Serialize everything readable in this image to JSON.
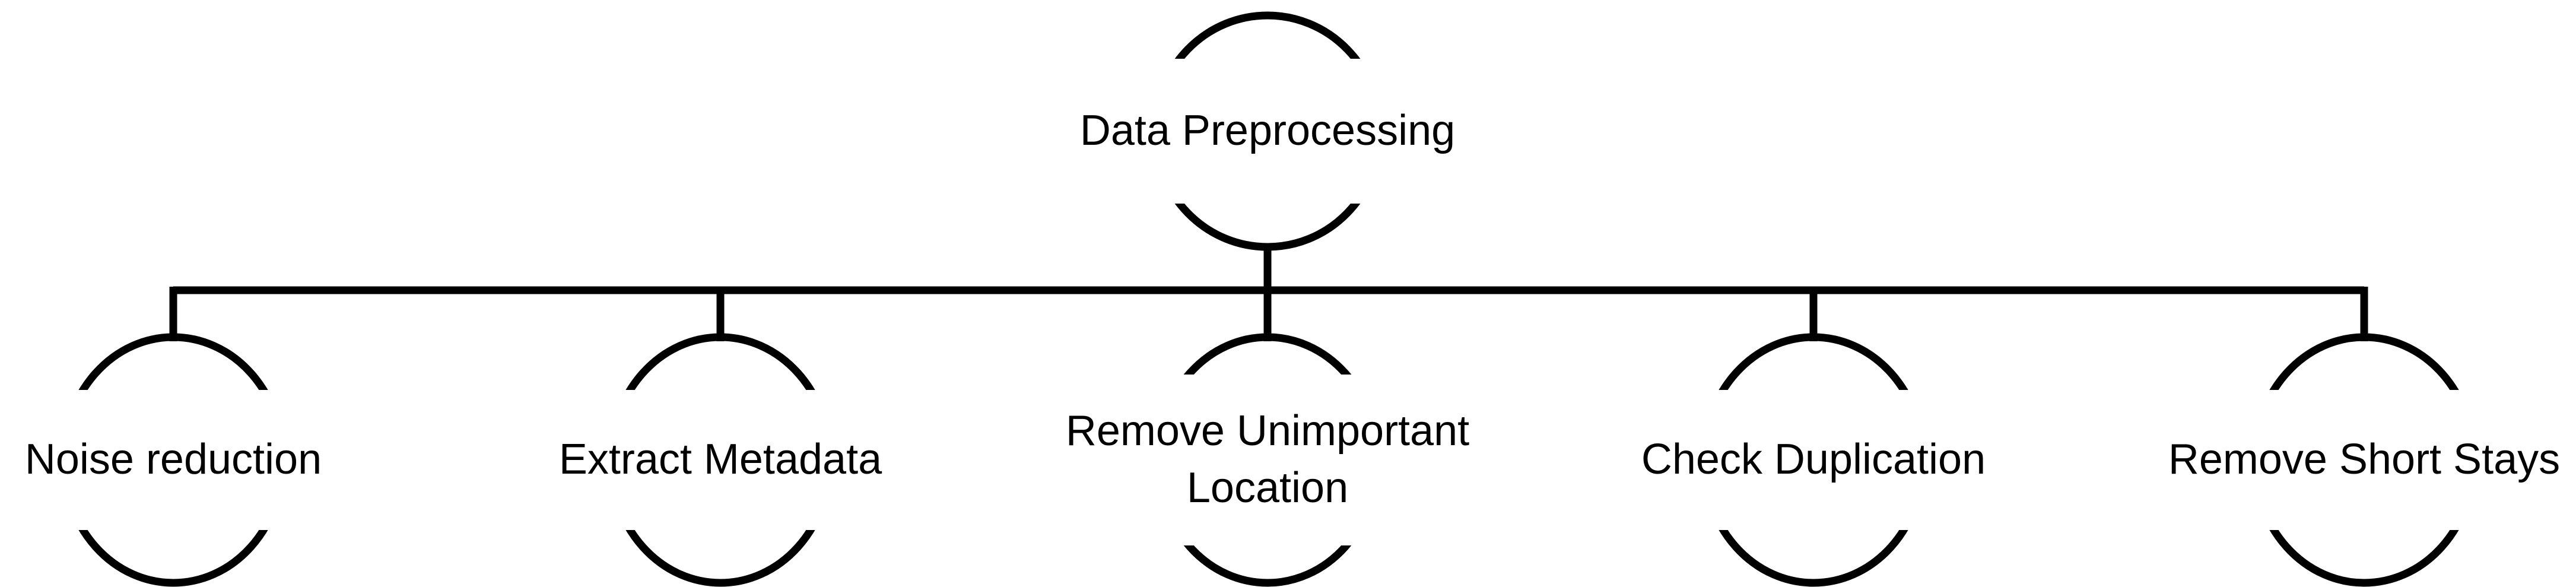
{
  "diagram": {
    "root": {
      "label": "Data Preprocessing"
    },
    "children": [
      {
        "label": "Noise reduction"
      },
      {
        "label": "Extract Metadata"
      },
      {
        "label": "Remove Unimportant Location"
      },
      {
        "label": "Check Duplication"
      },
      {
        "label": "Remove Short Stays"
      }
    ]
  },
  "colors": {
    "stroke": "#000000",
    "text": "#000000",
    "background": "#ffffff"
  }
}
